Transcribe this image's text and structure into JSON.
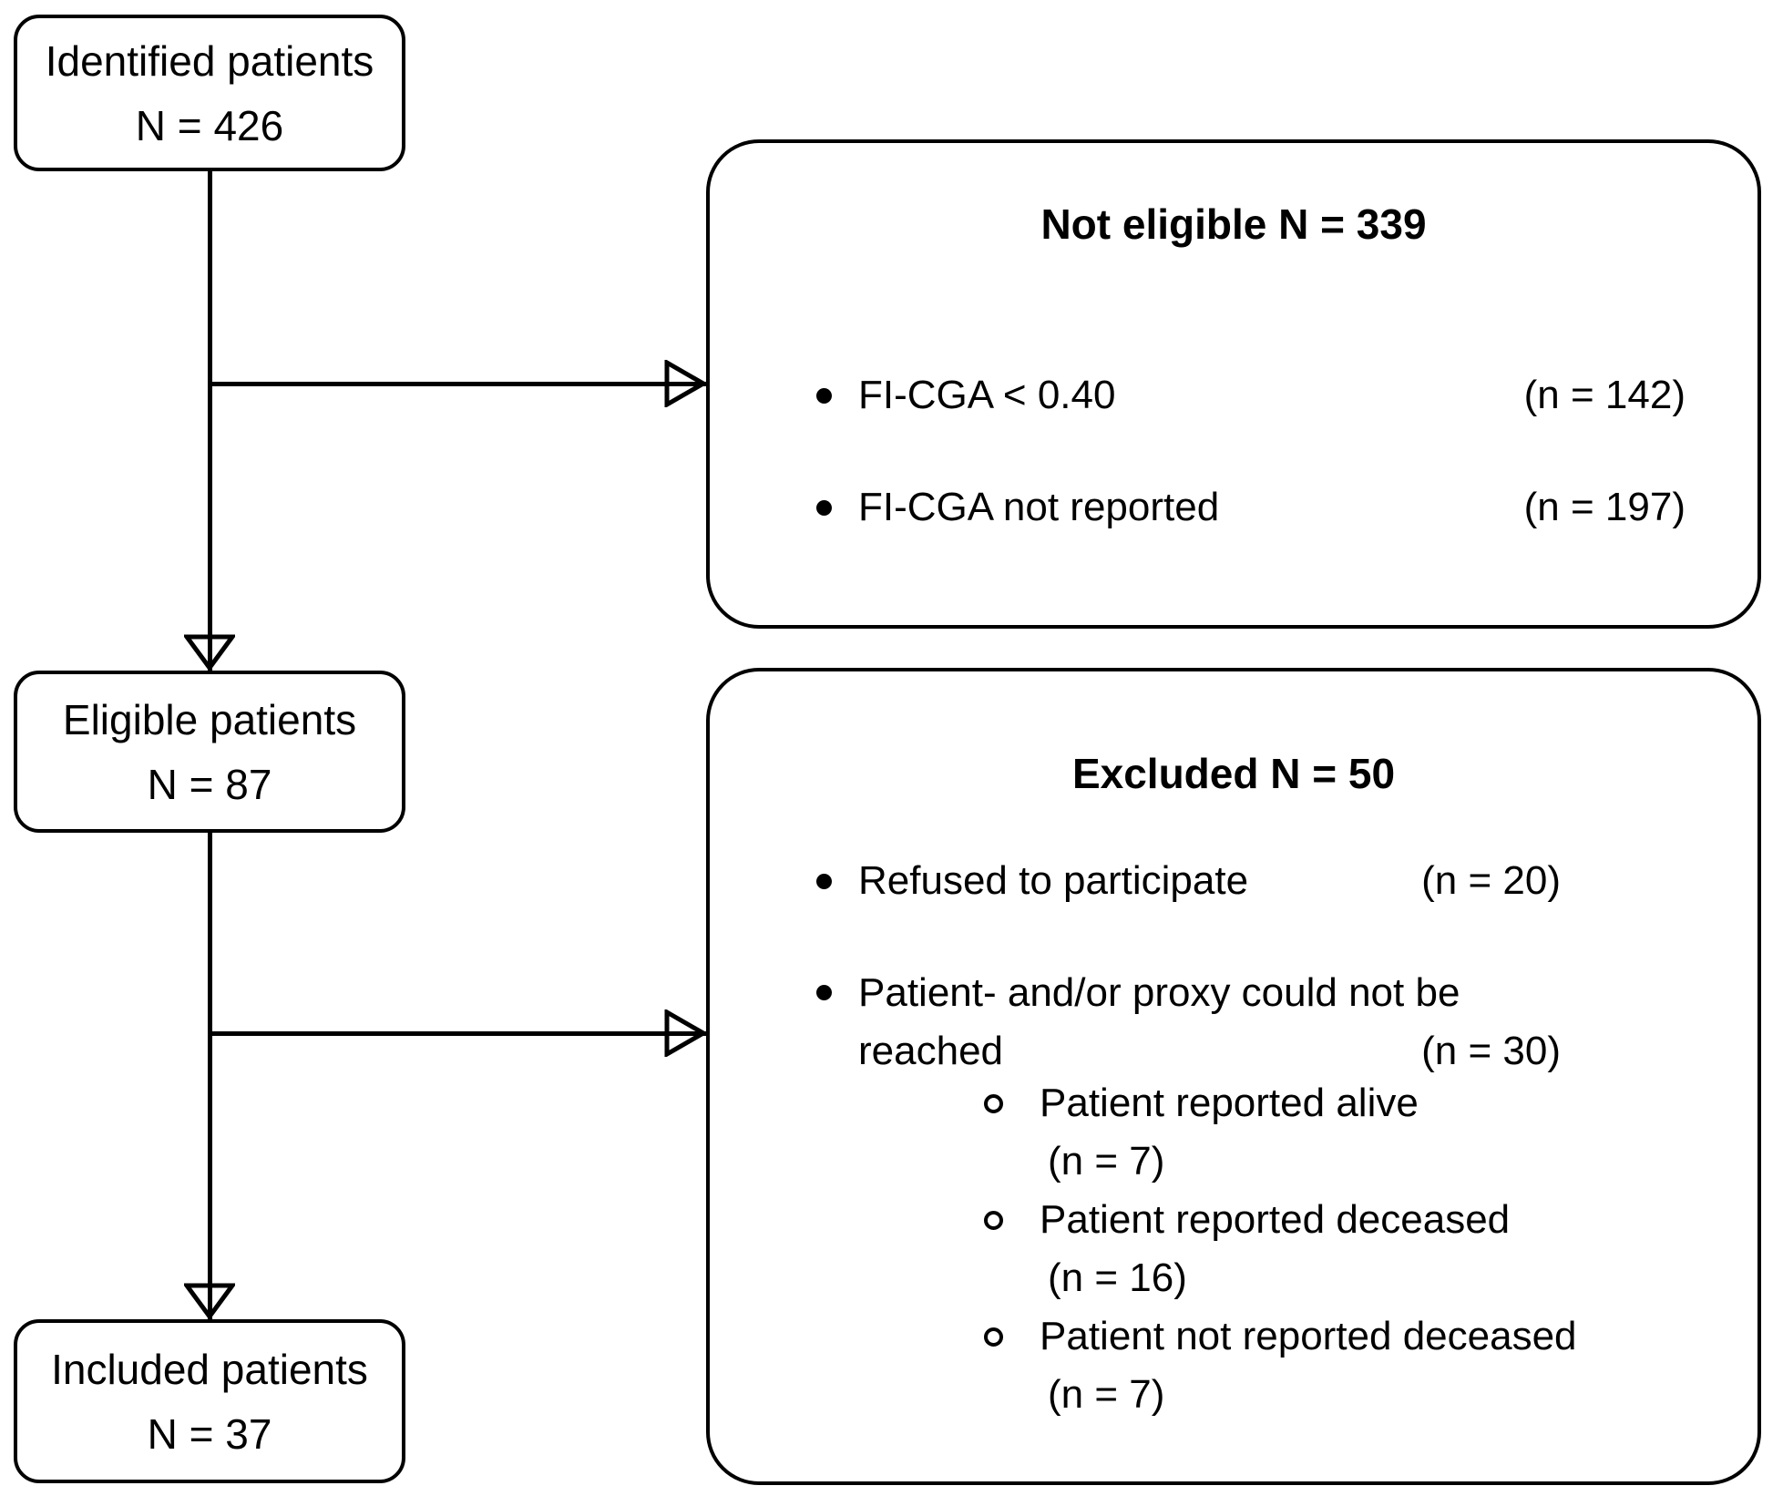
{
  "diagram": {
    "stage_boxes": [
      {
        "label": "Identified patients",
        "count": "N = 426"
      },
      {
        "label": "Eligible patients",
        "count": "N = 87"
      },
      {
        "label": "Included patients",
        "count": "N = 37"
      }
    ],
    "exclusion_boxes": [
      {
        "title": "Not eligible N = 339",
        "items": [
          {
            "text": "FI-CGA < 0.40",
            "n": "(n = 142)"
          },
          {
            "text": "FI-CGA not reported",
            "n": "(n = 197)"
          }
        ]
      },
      {
        "title": "Excluded N = 50",
        "items": [
          {
            "text": "Refused to participate",
            "n": "(n = 20)"
          },
          {
            "text": "Patient- and/or proxy could not be",
            "text_line2": "reached",
            "n": "(n = 30)",
            "sub_items": [
              {
                "text": "Patient reported alive",
                "n": "(n = 7)"
              },
              {
                "text": "Patient reported deceased",
                "n": "(n = 16)"
              },
              {
                "text": "Patient not reported deceased",
                "n": "(n = 7)"
              }
            ]
          }
        ]
      }
    ],
    "colors": {
      "line": "#000000",
      "background": "#ffffff"
    }
  }
}
